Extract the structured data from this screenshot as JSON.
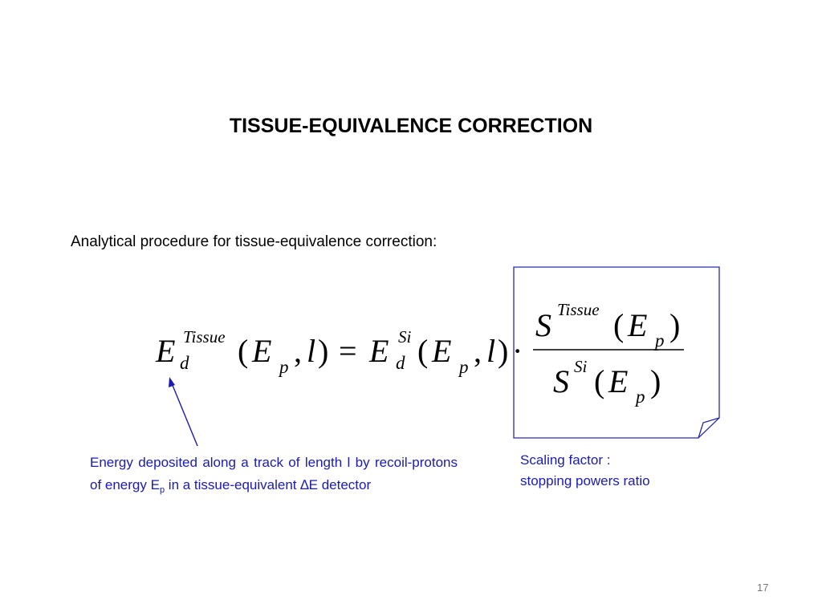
{
  "slide": {
    "title": "TISSUE-EQUIVALENCE CORRECTION",
    "intro": "Analytical procedure for tissue-equivalence correction:",
    "page_number": "17"
  },
  "equation": {
    "E": "E",
    "S": "S",
    "p": "p",
    "d": "d",
    "l": "l",
    "tissue": "Tissue",
    "si": "Si",
    "open_paren": "(",
    "close_paren": ")",
    "comma": ",",
    "equals": "=",
    "dot": "·"
  },
  "annotations": {
    "energy_text_1": "Energy deposited along a track of length l by recoil-protons of energy E",
    "energy_sub": "p",
    "energy_text_2": " in a tissue-equivalent ",
    "energy_delta": "∆",
    "energy_text_3": "E detector",
    "scaling_line_1": "Scaling factor :",
    "scaling_line_2": "stopping powers ratio"
  },
  "colors": {
    "annotation": "#1b1bb4",
    "box_border": "#2a2aa8"
  }
}
